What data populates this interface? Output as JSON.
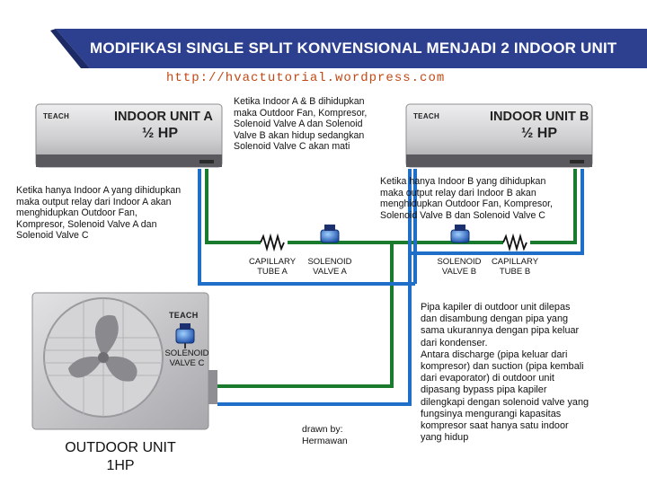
{
  "header": {
    "title": "MODIFIKASI SINGLE SPLIT KONVENSIONAL MENJADI 2 INDOOR UNIT",
    "url": "http://hvactutorial.wordpress.com"
  },
  "indoor_units": [
    {
      "brand": "TEACH",
      "name": "INDOOR UNIT A",
      "capacity": "½ HP"
    },
    {
      "brand": "TEACH",
      "name": "INDOOR UNIT B",
      "capacity": "½ HP"
    }
  ],
  "outdoor_unit": {
    "brand": "TEACH",
    "name": "OUTDOOR UNIT",
    "capacity": "1HP"
  },
  "notes": {
    "both_on": "Ketika Indoor A & B dihidupkan\nmaka Outdoor Fan, Kompresor,\nSolenoid Valve A dan Solenoid\nValve B akan hidup sedangkan\nSolenoid Valve C akan mati",
    "only_a": "Ketika hanya Indoor A yang dihidupkan\nmaka output relay dari Indoor A akan\nmenghidupkan Outdoor Fan,\nKompresor, Solenoid Valve A dan\nSolenoid Valve C",
    "only_b": "Ketika hanya Indoor B yang dihidupkan\nmaka output relay dari Indoor B akan\nmenghidupkan Outdoor Fan, Kompresor,\nSolenoid Valve B dan Solenoid Valve C",
    "capillary": "Pipa kapiler di outdoor unit dilepas\ndan disambung dengan pipa yang\nsama ukurannya dengan pipa keluar\ndari kondenser.\nAntara discharge (pipa keluar dari\nkompresor) dan suction (pipa kembali\ndari evaporator) di outdoor unit\ndipasang bypass pipa kapiler\ndilengkapi dengan solenoid valve yang\nfungsinya mengurangi kapasitas\nkompresor saat hanya satu indoor\nyang hidup"
  },
  "components": {
    "capillary_a": "CAPILLARY\nTUBE A",
    "solenoid_a": "SOLENOID\nVALVE A",
    "solenoid_b": "SOLENOID\nVALVE B",
    "capillary_b": "CAPILLARY\nTUBE B",
    "solenoid_c": "SOLENOID\nVALVE C"
  },
  "credit": "drawn by:\nHermawan",
  "colors": {
    "banner": "#2d3f8f",
    "url": "#c04a16",
    "liquid_pipe": "#1a7a2e",
    "suction_pipe": "#1f6fc9",
    "unit_body": "#c9c9cb"
  }
}
